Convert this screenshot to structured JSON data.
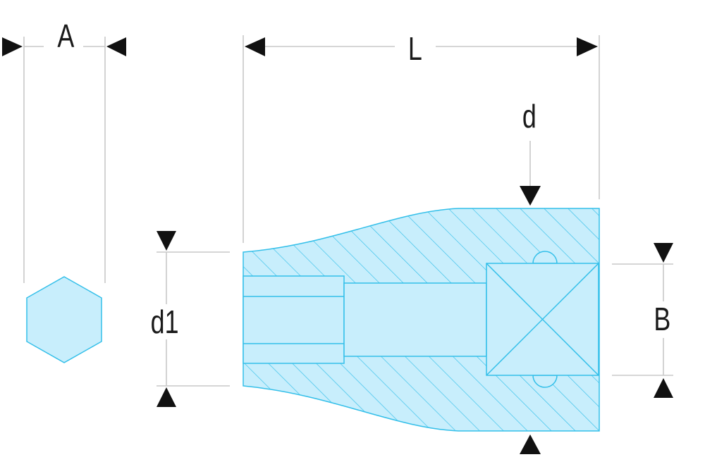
{
  "labels": {
    "a": "A",
    "l": "L",
    "d": "d",
    "d1": "d1",
    "b": "B"
  },
  "colors": {
    "fill": "#c8eefc",
    "edge": "#33bfe9",
    "dimension_line": "#c8c8c8",
    "arrow": "#111111",
    "text": "#1a1a1a"
  }
}
